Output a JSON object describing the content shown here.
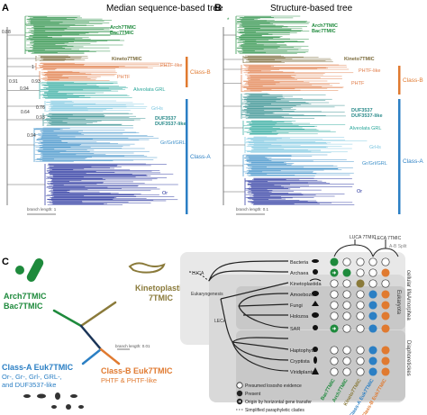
{
  "panel_a": {
    "letter": "A",
    "title": "Median sequence-based tree",
    "bootstraps": [
      "0.88",
      "1",
      "0.93",
      "0.91",
      "0.94",
      "0.76",
      "0.93",
      "0.64",
      "0.94"
    ],
    "clades": [
      {
        "label": "Arch7TMIC",
        "color": "#1e8a3c"
      },
      {
        "label": "Bac7TMIC",
        "color": "#1e8a3c"
      },
      {
        "label": "Kineto7TMIC",
        "color": "#7a6a3a"
      },
      {
        "label": "PHTF-like",
        "color": "#e07a45"
      },
      {
        "label": "PHTF",
        "color": "#e07a45"
      },
      {
        "label": "Alveolata GRL",
        "color": "#2aa79b"
      },
      {
        "label": "GrHs",
        "color": "#7bc6e0"
      },
      {
        "label": "DUF3537",
        "color": "#2a8a8a"
      },
      {
        "label": "DUF3537-like",
        "color": "#2a8a8a"
      },
      {
        "label": "Gr/Grl/GRL",
        "color": "#3c8fc8"
      },
      {
        "label": "Or",
        "color": "#1d2a9a"
      }
    ],
    "class_b": "Class-B",
    "class_a": "Class-A",
    "scale_label": "branch length: 1"
  },
  "panel_b": {
    "letter": "B",
    "title": "Structure-based tree",
    "clades": [
      {
        "label": "Arch7TMIC",
        "color": "#1e8a3c"
      },
      {
        "label": "Bac7TMIC",
        "color": "#1e8a3c"
      },
      {
        "label": "Kineto7TMIC",
        "color": "#7a6a3a"
      },
      {
        "label": "PHTF-like",
        "color": "#e07a45"
      },
      {
        "label": "PHTF",
        "color": "#e07a45"
      },
      {
        "label": "DUF3537",
        "color": "#2a8a8a"
      },
      {
        "label": "DUF3537-like",
        "color": "#2a8a8a"
      },
      {
        "label": "Alveolata GRL",
        "color": "#2aa79b"
      },
      {
        "label": "GrHs",
        "color": "#7bc6e0"
      },
      {
        "label": "Gr/Grl/GRL",
        "color": "#3c8fc8"
      },
      {
        "label": "Or",
        "color": "#1d2a9a"
      }
    ],
    "class_b": "Class-B",
    "class_a": "Class-A",
    "scale_label": "branch length: 0.1"
  },
  "panel_c": {
    "letter": "C",
    "arch_line1": "Arch7TMIC",
    "arch_line2": "Bac7TMIC",
    "kineto_line1": "Kinetoplastid",
    "kineto_line2": "7TMIC",
    "classa_line1": "Class-A Euk7TMIC",
    "classa_line2": "Or-, Gr-, Grl-, GRL-,",
    "classa_line3": "and DUF3537-like",
    "classb_line1": "Class-B Euk7TMIC",
    "classb_line2": "PHTF & PHTF-like",
    "scale_label": "branch length: 0.01"
  },
  "panel_d": {
    "letter": "D",
    "taxa": [
      "Bacteria",
      "Archaea",
      "Kinetoplastida",
      "Amoebozoa",
      "Fungi",
      "Holozoa",
      "SAR",
      "Haptophyta",
      "Cryptista",
      "Viridiplantae"
    ],
    "luca_label": "LUCA",
    "leca_label": "LECA",
    "eukaryogenesis_label": "Eukaryogenesis",
    "top_luca": "LUCA 7TMIC",
    "top_leca": "LECA 7TMIC",
    "top_split": "A-B Split",
    "cellular_life": "cellular life",
    "eukaryota": "Eukaryota",
    "amorphea": "Amorphea",
    "diaphoretickes": "Diaphoretickes",
    "columns": [
      "Bac7TMIC",
      "Arch7TMIC",
      "Kineto7TMIC",
      "Class-A Euk7TMIC",
      "Class-B Euk7TMIC"
    ],
    "column_colors": [
      "#1e8a3c",
      "#1e8a3c",
      "#8a7a3a",
      "#2b7fc4",
      "#e07a30"
    ],
    "legend": [
      "Presumed lososho evidence",
      "Present",
      "Origin by horizontal gene transfer",
      "Simplified paraphyletic clades"
    ],
    "matrix": [
      [
        "present",
        "empty",
        "empty",
        "empty",
        "empty"
      ],
      [
        "hgt",
        "present",
        "empty",
        "empty",
        "present"
      ],
      [
        "empty",
        "empty",
        "present",
        "empty",
        "empty"
      ],
      [
        "empty",
        "empty",
        "empty",
        "present",
        "present"
      ],
      [
        "empty",
        "empty",
        "empty",
        "present",
        "present"
      ],
      [
        "empty",
        "empty",
        "empty",
        "present",
        "present"
      ],
      [
        "hgt",
        "empty",
        "empty",
        "present",
        "present"
      ],
      [
        "empty",
        "empty",
        "empty",
        "present",
        "present"
      ],
      [
        "empty",
        "empty",
        "empty",
        "present",
        "present"
      ],
      [
        "empty",
        "empty",
        "empty",
        "present",
        "present"
      ]
    ]
  }
}
